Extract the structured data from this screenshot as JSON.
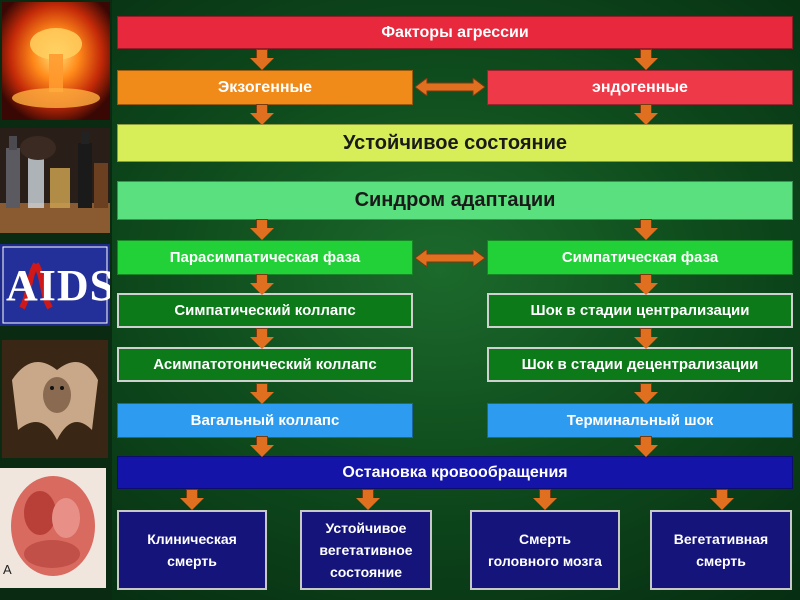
{
  "rows": {
    "top": "Факторы агрессии",
    "exo": "Экзогенные",
    "endo": "эндогенные",
    "steady": "Устойчивое состояние",
    "syndrome": "Синдром адаптации",
    "para": "Парасимпатическая фаза",
    "symp": "Симпатическая фаза",
    "symp_collapse": "Симпатический коллапс",
    "shock_central": "Шок в стадии централизации",
    "asymp_collapse": "Асимпатотонический коллапс",
    "shock_decentral": "Шок в стадии децентрализации",
    "vagal": "Вагальный коллапс",
    "terminal": "Терминальный шок",
    "arrest": "Остановка кровообращения"
  },
  "outcomes": [
    {
      "l1": "Клиническая",
      "l2": "смерть",
      "l3": ""
    },
    {
      "l1": "Устойчивое",
      "l2": "вегетативное",
      "l3": "состояние"
    },
    {
      "l1": "Смерть",
      "l2": "головного мозга",
      "l3": ""
    },
    {
      "l1": "Вегетативная",
      "l2": "смерть",
      "l3": ""
    }
  ],
  "sidebar": {
    "aids_logo_text": "AIDS",
    "corner_letter": "A"
  },
  "colors": {
    "red": "#e8283c",
    "orange": "#f08a18",
    "yellow_green": "#d8ee58",
    "light_green": "#5ae07e",
    "dark_green": "#0c7a18",
    "blue": "#2d9cf0",
    "navy": "#1414a8",
    "arrow": "#e07020"
  }
}
